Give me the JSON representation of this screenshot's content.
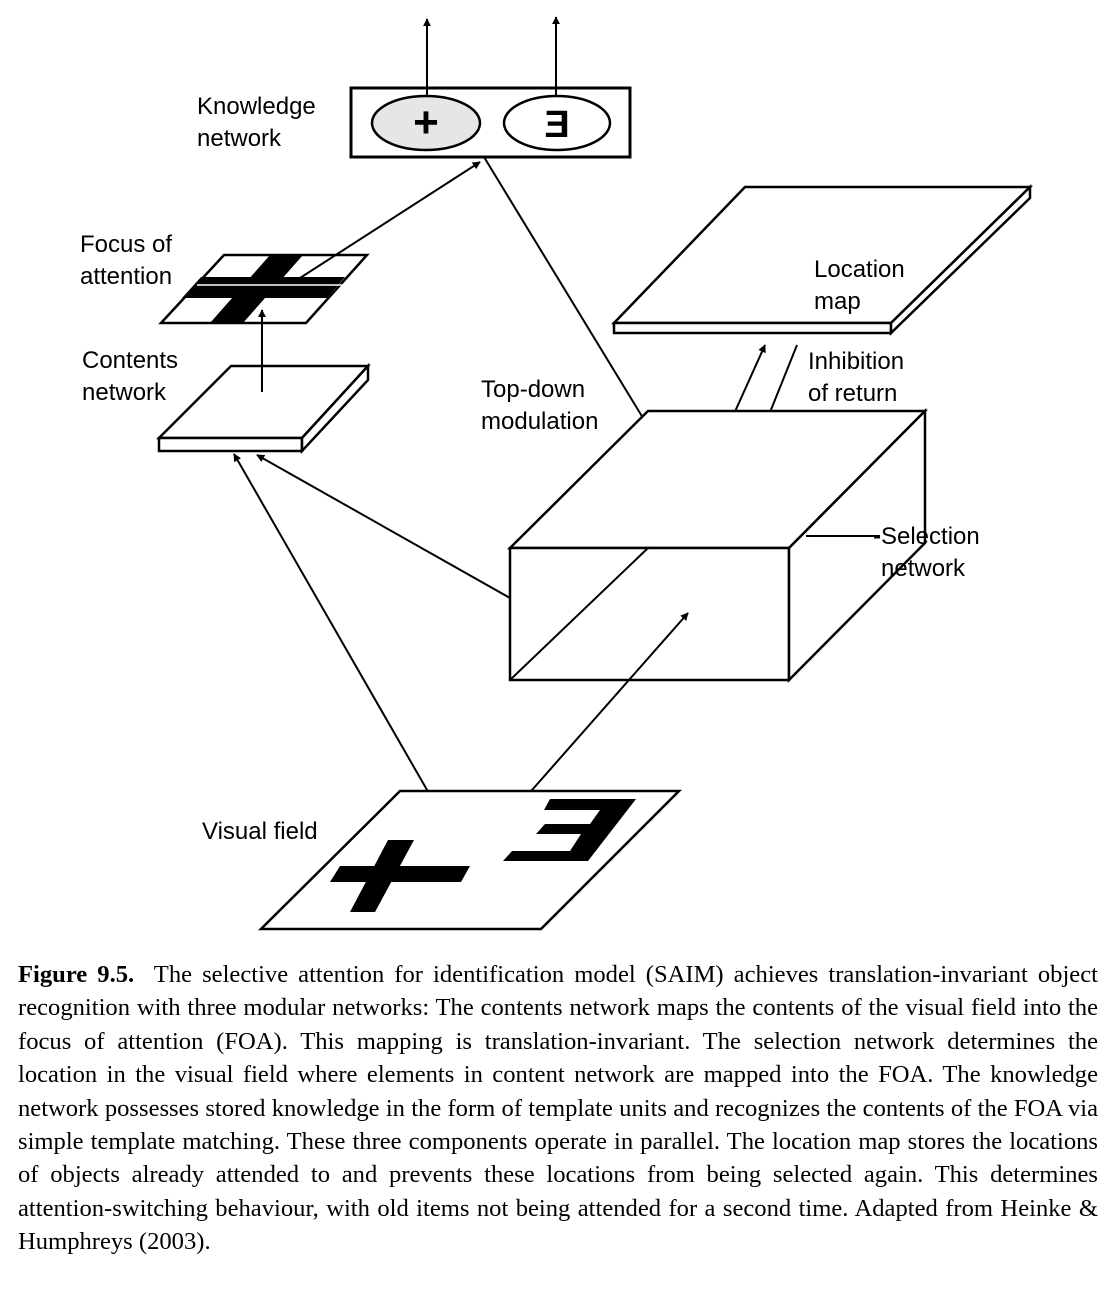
{
  "labels": {
    "knowledge_network": [
      "Knowledge",
      "network"
    ],
    "focus_of_attention": [
      "Focus of",
      "attention"
    ],
    "contents_network": [
      "Contents",
      "network"
    ],
    "location_map": [
      "Location",
      "map"
    ],
    "inhibition_of_return": [
      "Inhibition",
      "of return"
    ],
    "top_down_modulation": [
      "Top-down",
      "modulation"
    ],
    "selection_network": [
      "-Selection",
      "network"
    ],
    "visual_field": [
      "Visual field"
    ]
  },
  "templates": {
    "plus_symbol": "+",
    "three_symbol": "Ǝ"
  },
  "caption": {
    "label": "Figure 9.5.",
    "text": "The selective attention for identification model (SAIM) achieves translation-invariant object recognition with three modular networks: The contents network maps the contents of the visual field into the focus of attention (FOA). This mapping is translation-invariant. The selection network determines the location in the visual field where elements in content network are mapped into the FOA. The knowledge network possesses stored knowledge in the form of template units and recognizes the contents of the FOA via simple template matching. These three components operate in parallel. The location map stores the locations of objects already attended to and prevents these locations from being selected again. This determines attention-switching behaviour, with old items not being attended for a second time. Adapted from Heinke & Humphreys (2003)."
  }
}
